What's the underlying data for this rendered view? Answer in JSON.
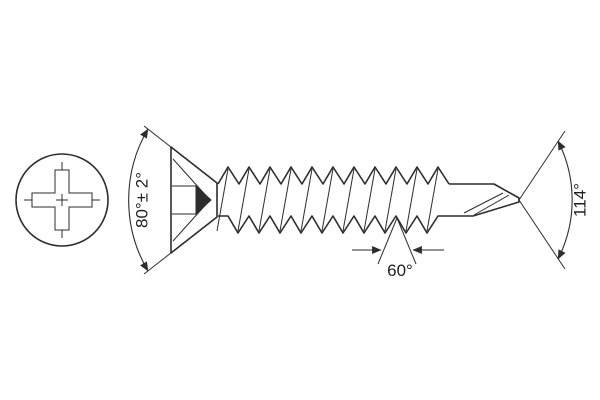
{
  "dimensions": {
    "head_angle": "80°± 2°",
    "thread_angle": "60°",
    "point_angle": "114°"
  },
  "colors": {
    "line": "#2d2d2d",
    "background": "#ffffff"
  }
}
